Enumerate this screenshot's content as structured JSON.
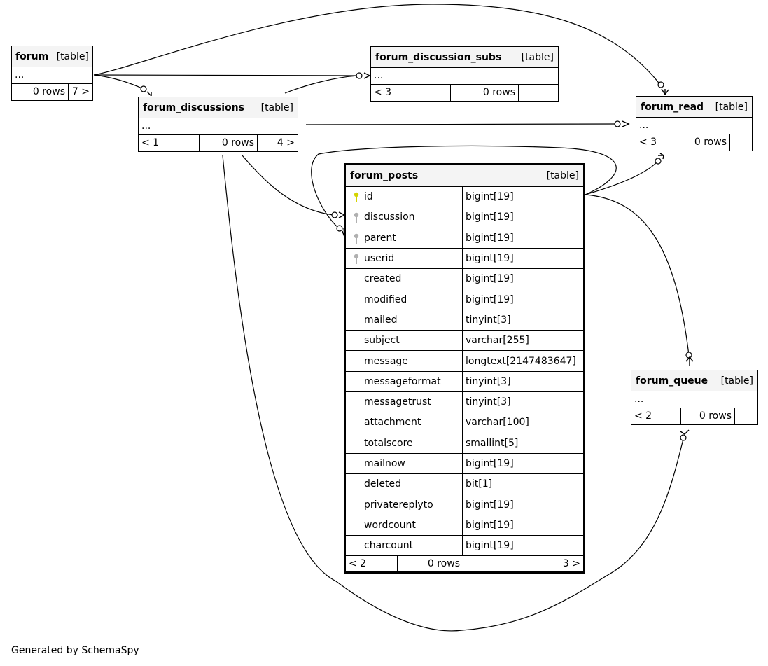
{
  "tables": {
    "forum": {
      "name": "forum",
      "type": "[table]",
      "ellipsis": "...",
      "footer": [
        "",
        "0 rows",
        "7 >"
      ]
    },
    "forum_discussion_subs": {
      "name": "forum_discussion_subs",
      "type": "[table]",
      "ellipsis": "...",
      "footer": [
        "< 3",
        "0 rows",
        ""
      ]
    },
    "forum_discussions": {
      "name": "forum_discussions",
      "type": "[table]",
      "ellipsis": "...",
      "footer": [
        "< 1",
        "0 rows",
        "4 >"
      ]
    },
    "forum_read": {
      "name": "forum_read",
      "type": "[table]",
      "ellipsis": "...",
      "footer": [
        "< 3",
        "0 rows",
        ""
      ]
    },
    "forum_queue": {
      "name": "forum_queue",
      "type": "[table]",
      "ellipsis": "...",
      "footer": [
        "< 2",
        "0 rows",
        ""
      ]
    },
    "forum_posts": {
      "name": "forum_posts",
      "type": "[table]",
      "columns": [
        {
          "name": "id",
          "type": "bigint[19]",
          "key": "primary"
        },
        {
          "name": "discussion",
          "type": "bigint[19]",
          "key": "foreign"
        },
        {
          "name": "parent",
          "type": "bigint[19]",
          "key": "foreign"
        },
        {
          "name": "userid",
          "type": "bigint[19]",
          "key": "foreign"
        },
        {
          "name": "created",
          "type": "bigint[19]",
          "key": ""
        },
        {
          "name": "modified",
          "type": "bigint[19]",
          "key": ""
        },
        {
          "name": "mailed",
          "type": "tinyint[3]",
          "key": ""
        },
        {
          "name": "subject",
          "type": "varchar[255]",
          "key": ""
        },
        {
          "name": "message",
          "type": "longtext[2147483647]",
          "key": ""
        },
        {
          "name": "messageformat",
          "type": "tinyint[3]",
          "key": ""
        },
        {
          "name": "messagetrust",
          "type": "tinyint[3]",
          "key": ""
        },
        {
          "name": "attachment",
          "type": "varchar[100]",
          "key": ""
        },
        {
          "name": "totalscore",
          "type": "smallint[5]",
          "key": ""
        },
        {
          "name": "mailnow",
          "type": "bigint[19]",
          "key": ""
        },
        {
          "name": "deleted",
          "type": "bit[1]",
          "key": ""
        },
        {
          "name": "privatereplyto",
          "type": "bigint[19]",
          "key": ""
        },
        {
          "name": "wordcount",
          "type": "bigint[19]",
          "key": ""
        },
        {
          "name": "charcount",
          "type": "bigint[19]",
          "key": ""
        }
      ],
      "footer": [
        "< 2",
        "0 rows",
        "3 >"
      ]
    }
  },
  "credit": "Generated by SchemaSpy",
  "colors": {
    "primary_key": "#d4d400",
    "foreign_key": "#b0b0b0",
    "header_bg": "#f4f4f4"
  }
}
